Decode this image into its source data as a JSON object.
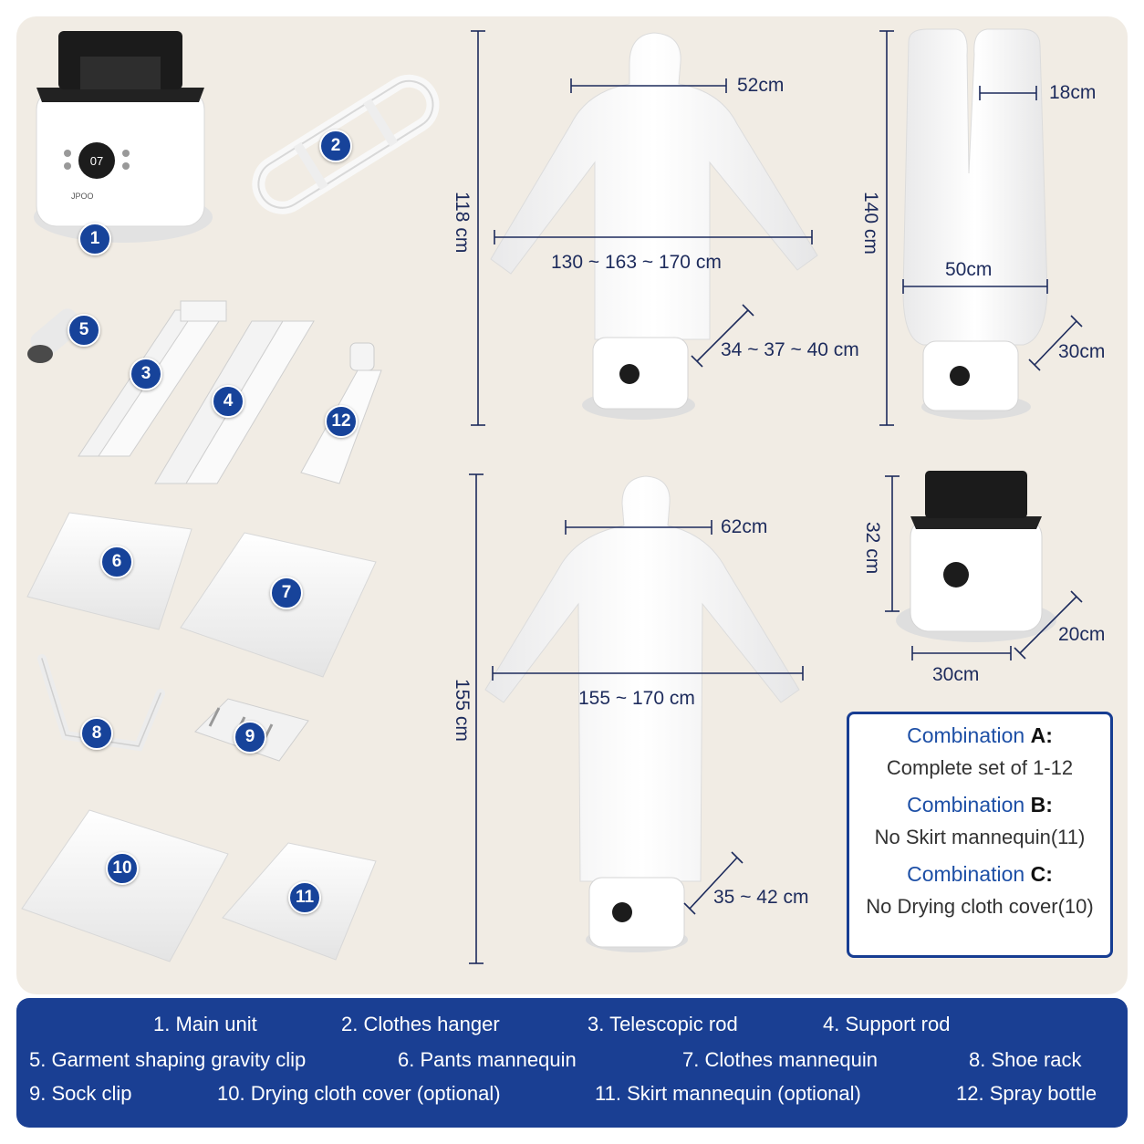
{
  "measurements": {
    "shirt_neck": "52cm",
    "shirt_arms": "130 ~ 163 ~ 170 cm",
    "shirt_height": "118 cm",
    "shirt_depth": "34 ~ 37 ~ 40 cm",
    "pants_leg": "18cm",
    "pants_width": "50cm",
    "pants_height": "140 cm",
    "pants_depth": "30cm",
    "coat_neck": "62cm",
    "coat_arms": "155 ~ 170 cm",
    "coat_height": "155 cm",
    "coat_depth": "35 ~ 42 cm",
    "unit_height": "32 cm",
    "unit_depth": "20cm",
    "unit_width": "30cm"
  },
  "badges": [
    "1",
    "2",
    "3",
    "4",
    "5",
    "6",
    "7",
    "8",
    "9",
    "10",
    "11",
    "12"
  ],
  "device": {
    "display": "07",
    "brand": "JPOO"
  },
  "combinations": [
    {
      "title": "Combination",
      "key": "A",
      "colon": ":",
      "desc": "Complete set of 1-12"
    },
    {
      "title": "Combination",
      "key": "B",
      "colon": ":",
      "desc": "No Skirt mannequin(11)"
    },
    {
      "title": "Combination",
      "key": "C",
      "colon": ":",
      "desc": "No Drying cloth cover(10)"
    }
  ],
  "legend": [
    "1. Main unit",
    "2. Clothes hanger",
    "3. Telescopic rod",
    "4. Support rod",
    "5. Garment shaping gravity clip",
    "6. Pants mannequin",
    "7. Clothes mannequin",
    "8. Shoe rack",
    "9. Sock clip",
    "10. Drying cloth cover (optional)",
    "11. Skirt mannequin (optional)",
    "12. Spray bottle"
  ],
  "colors": {
    "navy": "#1a3f93",
    "badge": "#17439a",
    "panel": "#f1ece4",
    "line": "#1d2b5c"
  }
}
